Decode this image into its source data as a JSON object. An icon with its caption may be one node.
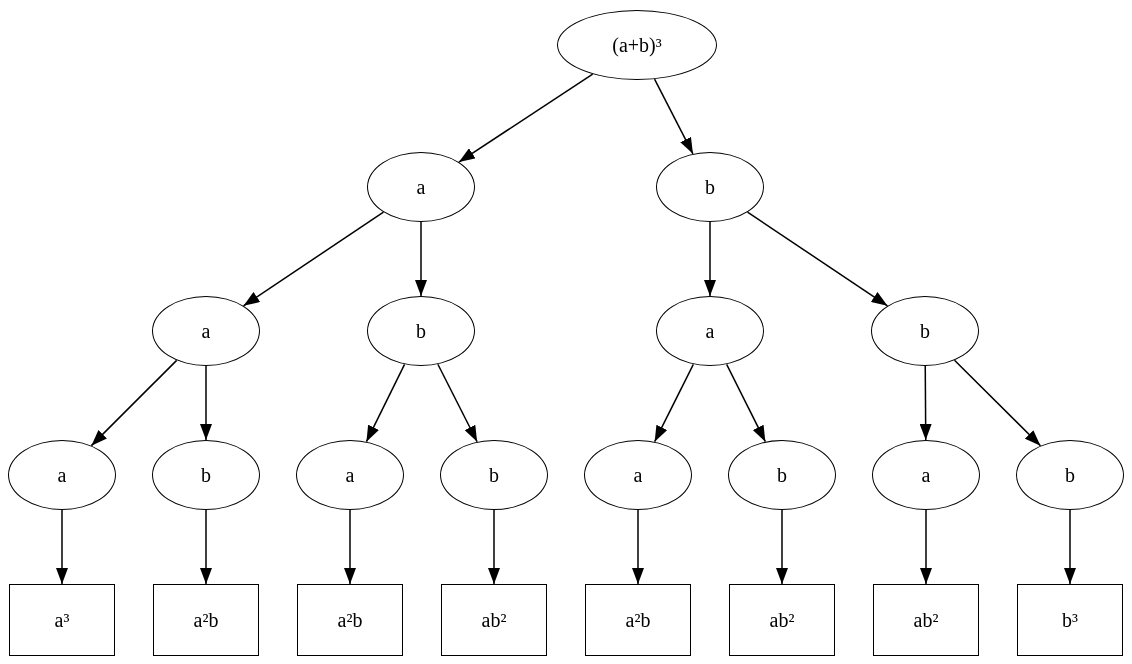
{
  "diagram": {
    "nodes": [
      {
        "text": [
          "(a+b)³"
        ]
      },
      {
        "text": [
          "a"
        ]
      },
      {
        "text": [
          "b"
        ]
      },
      {
        "text": [
          "a"
        ]
      },
      {
        "text": [
          "b"
        ]
      },
      {
        "text": [
          "a"
        ]
      },
      {
        "text": [
          "b"
        ]
      },
      {
        "text": [
          "a"
        ]
      },
      {
        "text": [
          "b"
        ]
      },
      {
        "text": [
          "a"
        ]
      },
      {
        "text": [
          "b"
        ]
      },
      {
        "text": [
          "a"
        ]
      },
      {
        "text": [
          "b"
        ]
      },
      {
        "text": [
          "a"
        ]
      },
      {
        "text": [
          "b"
        ]
      },
      {
        "text": [
          "a³"
        ]
      },
      {
        "text": [
          "a²b"
        ]
      },
      {
        "text": [
          "a²b"
        ]
      },
      {
        "text": [
          "ab²"
        ]
      },
      {
        "text": [
          "a²b"
        ]
      },
      {
        "text": [
          "ab²"
        ]
      },
      {
        "text": [
          "ab²"
        ]
      },
      {
        "text": [
          "b³"
        ]
      }
    ],
    "edges": [
      {
        "from": 0,
        "to": 1,
        "arrow": "to"
      },
      {
        "from": 0,
        "to": 2,
        "arrow": "to"
      },
      {
        "from": 1,
        "to": 3,
        "arrow": "to"
      },
      {
        "from": 1,
        "to": 4,
        "arrow": "to"
      },
      {
        "from": 2,
        "to": 5,
        "arrow": "to"
      },
      {
        "from": 2,
        "to": 6,
        "arrow": "to"
      },
      {
        "from": 3,
        "to": 7,
        "arrow": "to"
      },
      {
        "from": 3,
        "to": 8,
        "arrow": "to"
      },
      {
        "from": 4,
        "to": 9,
        "arrow": "to"
      },
      {
        "from": 4,
        "to": 10,
        "arrow": "to"
      },
      {
        "from": 5,
        "to": 11,
        "arrow": "to"
      },
      {
        "from": 5,
        "to": 12,
        "arrow": "to"
      },
      {
        "from": 6,
        "to": 13,
        "arrow": "to"
      },
      {
        "from": 6,
        "to": 14,
        "arrow": "to"
      },
      {
        "from": 7,
        "to": 15,
        "arrow": "to"
      },
      {
        "from": 8,
        "to": 16,
        "arrow": "to"
      },
      {
        "from": 9,
        "to": 17,
        "arrow": "to"
      },
      {
        "from": 10,
        "to": 18,
        "arrow": "to"
      },
      {
        "from": 11,
        "to": 19,
        "arrow": "to"
      },
      {
        "from": 12,
        "to": 20,
        "arrow": "to"
      },
      {
        "from": 13,
        "to": 21,
        "arrow": "to"
      },
      {
        "from": 14,
        "to": 22,
        "arrow": "to"
      }
    ]
  }
}
